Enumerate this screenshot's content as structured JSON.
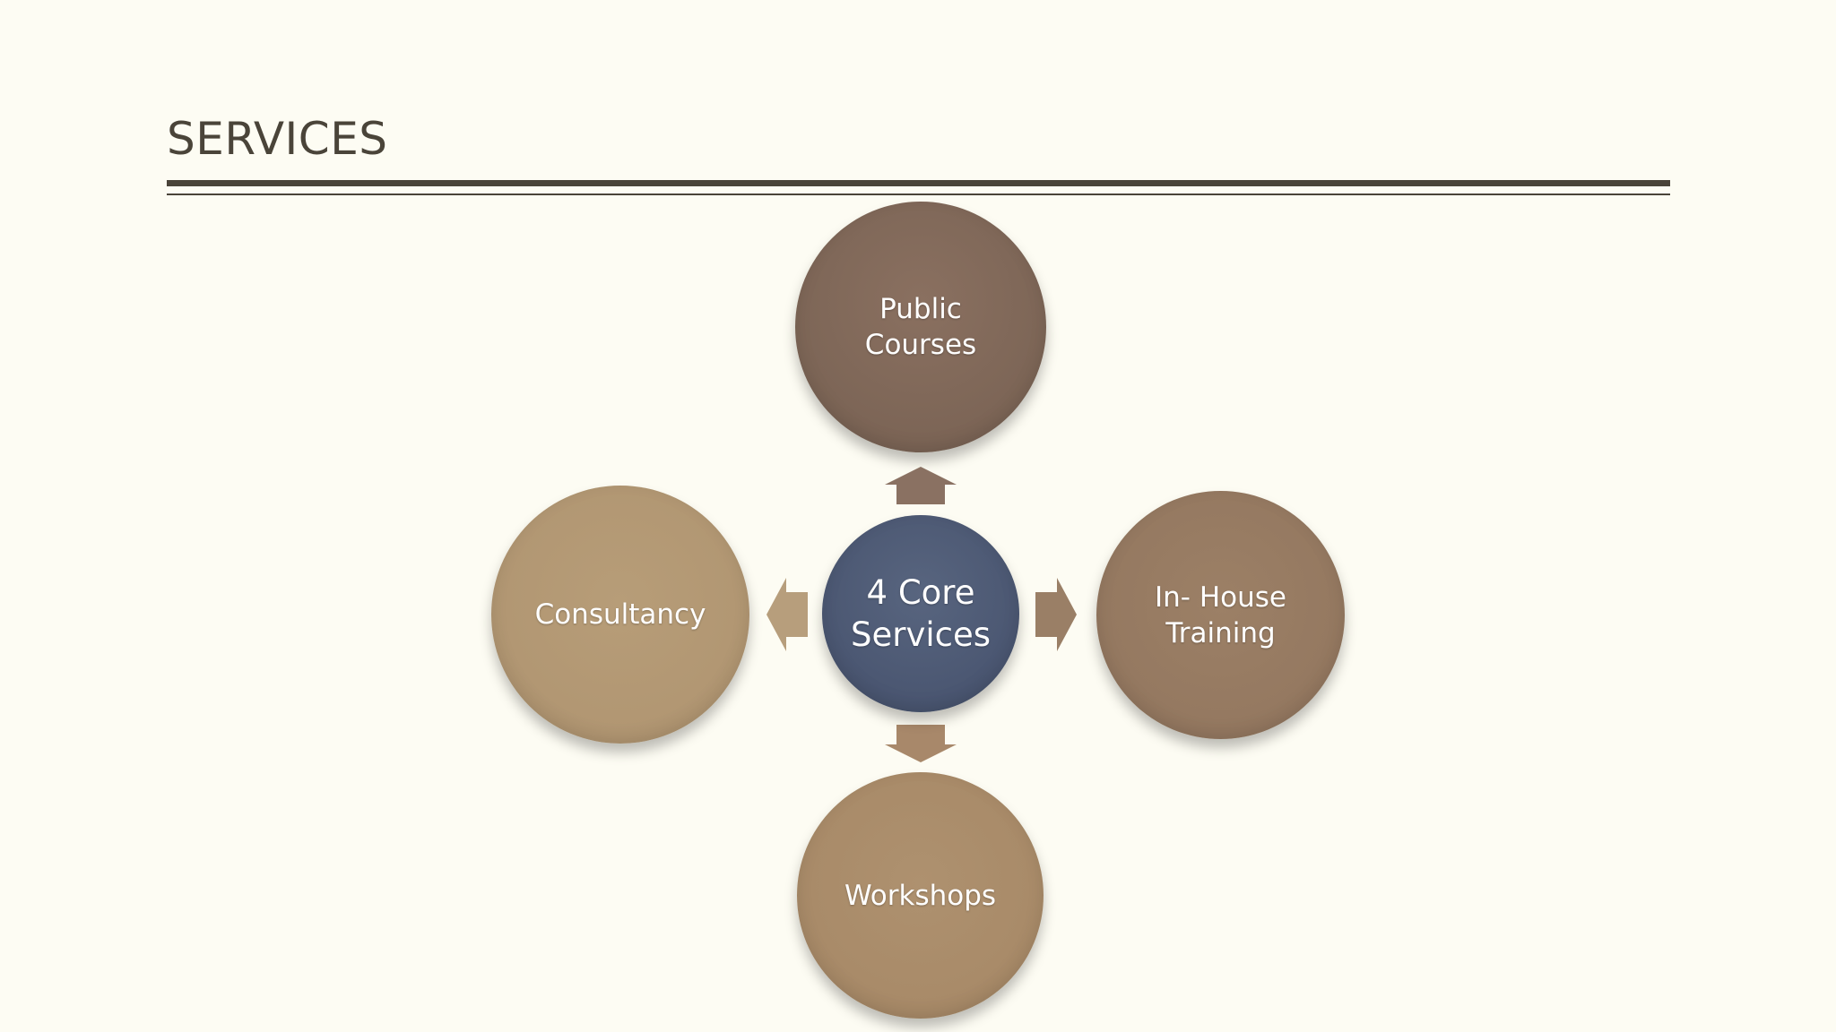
{
  "slide": {
    "title": "SERVICES"
  },
  "diagram": {
    "center": "4 Core\nServices",
    "nodes": {
      "top": "Public\nCourses",
      "left": "Consultancy",
      "right": "In- House\nTraining",
      "bottom": "Workshops"
    },
    "colors": {
      "center": "#4a5671",
      "top": "#7c6556",
      "left": "#b19672",
      "right": "#947860",
      "bottom": "#a88a68",
      "arrow_up": "#8a7162",
      "arrow_left": "#b79e7c",
      "arrow_right": "#9a7f66",
      "arrow_down": "#a8886a",
      "rule": "#4a4439",
      "background": "#fdfcf3"
    }
  }
}
